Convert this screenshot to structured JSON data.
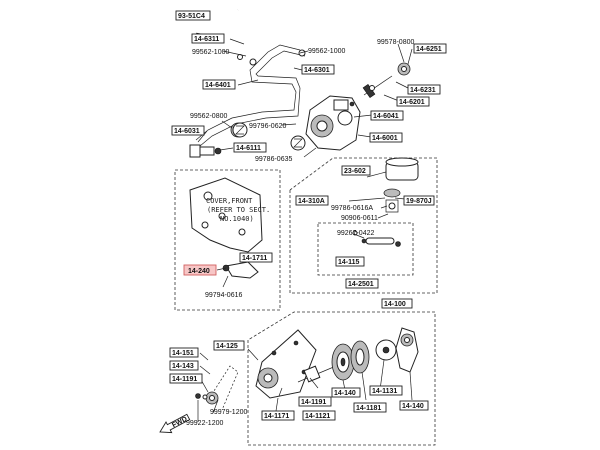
{
  "diagram": {
    "section_ref": "93-51C4",
    "labels": {
      "p14_6311": "14-6311",
      "p14_6401": "14-6401",
      "p14_6301": "14-6301",
      "p14_6031": "14-6031",
      "p14_6111": "14-6111",
      "p14_6251": "14-6251",
      "p14_6231": "14-6231",
      "p14_6201": "14-6201",
      "p14_6041": "14-6041",
      "p14_6001": "14-6001",
      "p23_602": "23-602",
      "p14_310A": "14-310A",
      "p19_870J": "19-870J",
      "p14_115": "14-115",
      "p14_2501": "14-2501",
      "p14_1711": "14-1711",
      "p14_240": "14-240",
      "p14_100": "14-100",
      "p14_151": "14-151",
      "p14_125": "14-125",
      "p14_143": "14-143",
      "p14_1191a": "14-1191",
      "p14_1191b": "14-1191",
      "p14_1171": "14-1171",
      "p14_1121": "14-1121",
      "p14_140a": "14-140",
      "p14_1181": "14-1181",
      "p14_1131": "14-1131",
      "p14_140b": "14-140"
    },
    "callouts": {
      "p99562_1000a": "99562-1000",
      "p99562_1000b": "99562-1000",
      "p99562_0800": "99562-0800",
      "p99796_0620": "99796-0620",
      "p99786_0635": "99786-0635",
      "p99578_0800": "99578-0800",
      "p99786_0616A": "99786-0616A",
      "p90906_0611": "90906-0611",
      "p99267_0422": "99267-0422",
      "p99794_0616": "99794-0616",
      "p99979_1200": "99979-1200",
      "p99922_1200": "99922-1200"
    },
    "cover_note": [
      "COVER,FRONT",
      "(REFER TO SECT.",
      "NO.1040)"
    ],
    "front_arrow": "FWD",
    "highlight_color": "#f7c6c6"
  }
}
